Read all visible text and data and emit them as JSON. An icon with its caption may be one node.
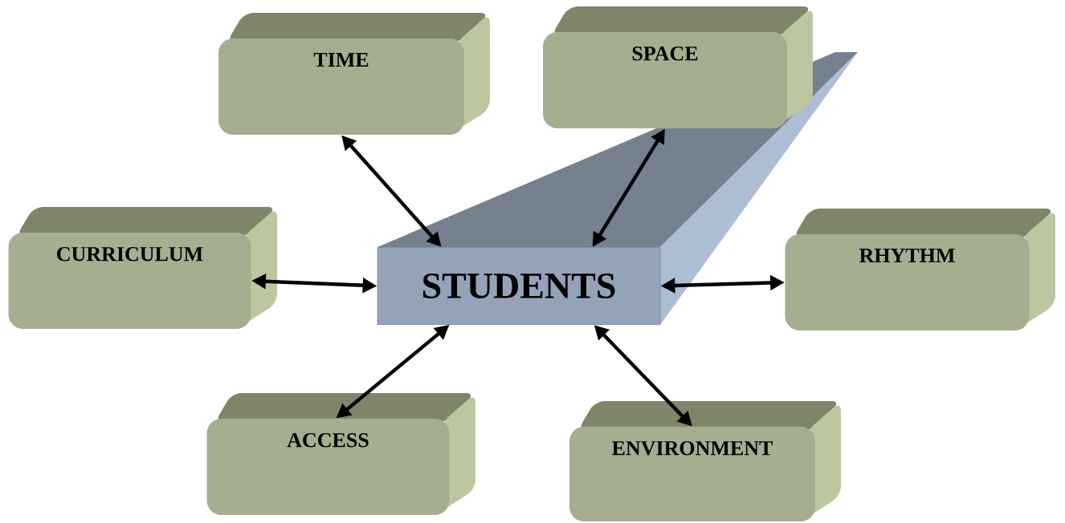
{
  "diagram": {
    "nodes": [
      {
        "text": [
          "STUDENTS"
        ]
      },
      {
        "text": [
          "TIME"
        ]
      },
      {
        "text": [
          "SPACE"
        ]
      },
      {
        "text": [
          "CURRICULUM"
        ]
      },
      {
        "text": [
          "RHYTHM"
        ]
      },
      {
        "text": [
          "ACCESS"
        ]
      },
      {
        "text": [
          "ENVIRONMENT"
        ]
      }
    ],
    "edges": [
      {
        "from": 0,
        "to": 1,
        "arrow": "both"
      },
      {
        "from": 0,
        "to": 2,
        "arrow": "both"
      },
      {
        "from": 0,
        "to": 3,
        "arrow": "both"
      },
      {
        "from": 0,
        "to": 4,
        "arrow": "both"
      },
      {
        "from": 0,
        "to": 5,
        "arrow": "both"
      },
      {
        "from": 0,
        "to": 6,
        "arrow": "both"
      }
    ]
  }
}
